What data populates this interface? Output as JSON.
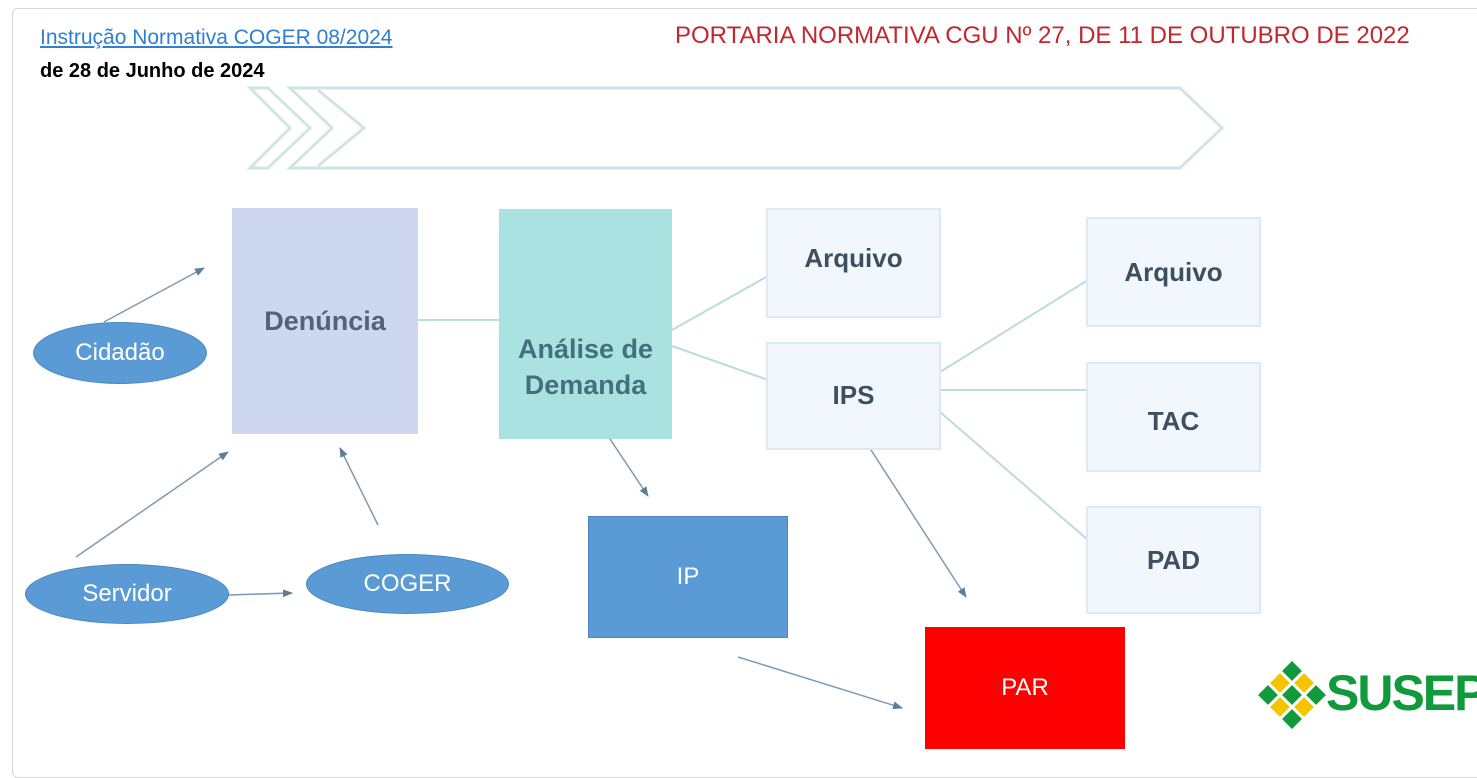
{
  "header": {
    "link_title": "Instrução Normativa COGER 08/2024",
    "date_line": "de 28 de Junho de 2024",
    "portaria_title": "PORTARIA NORMATIVA CGU Nº 27, DE 11 DE OUTUBRO DE 2022"
  },
  "diagram": {
    "denuncia": "Denúncia",
    "analise_line1": "Análise de",
    "analise_line2": "Demanda",
    "arquivo_1": "Arquivo",
    "ips": "IPS",
    "arquivo_2": "Arquivo",
    "tac": "TAC",
    "pad": "PAD",
    "ip": "IP",
    "par": "PAR",
    "cidadao": "Cidadão",
    "servidor": "Servidor",
    "coger": "COGER"
  },
  "logo": {
    "text": "SUSEP",
    "colors": {
      "green": "#119a3b",
      "yellow": "#f2c500"
    }
  },
  "colors": {
    "portaria_red": "#c0282e",
    "link_blue": "#2f7fd6",
    "node_blue": "#5b9bd5",
    "par_red": "#ff0000",
    "chevron_stroke": "#cfe6e4"
  }
}
